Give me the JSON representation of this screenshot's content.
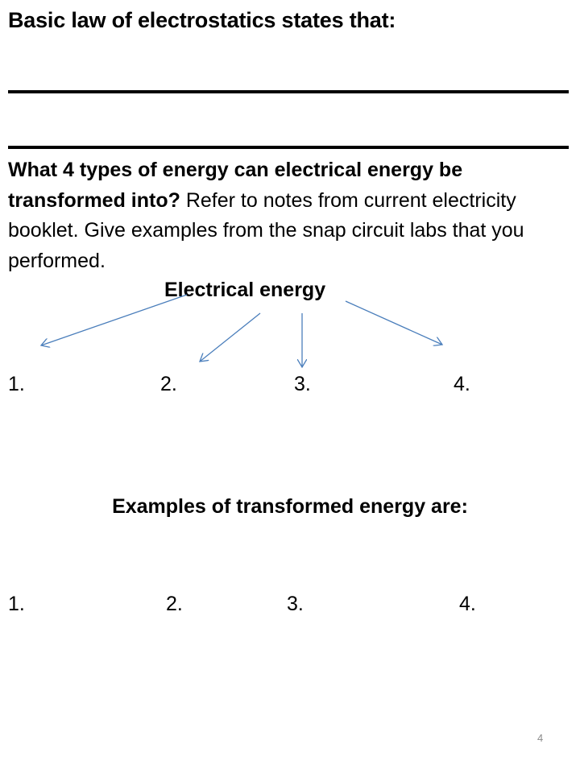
{
  "heading": "Basic law of electrostatics states that:",
  "question": {
    "bold": "What 4 types of energy can electrical energy be transformed into?",
    "normal": " Refer to notes from current electricity booklet. Give examples from the snap circuit labs that you performed."
  },
  "diagram": {
    "source": "Electrical energy",
    "targets": [
      "1.",
      "2.",
      "3.",
      "4."
    ],
    "arrow_color": "#4a7ebb"
  },
  "examples": {
    "title": "Examples of transformed energy are:",
    "items": [
      "1.",
      "2.",
      "3.",
      "4."
    ]
  },
  "page_number": "4"
}
